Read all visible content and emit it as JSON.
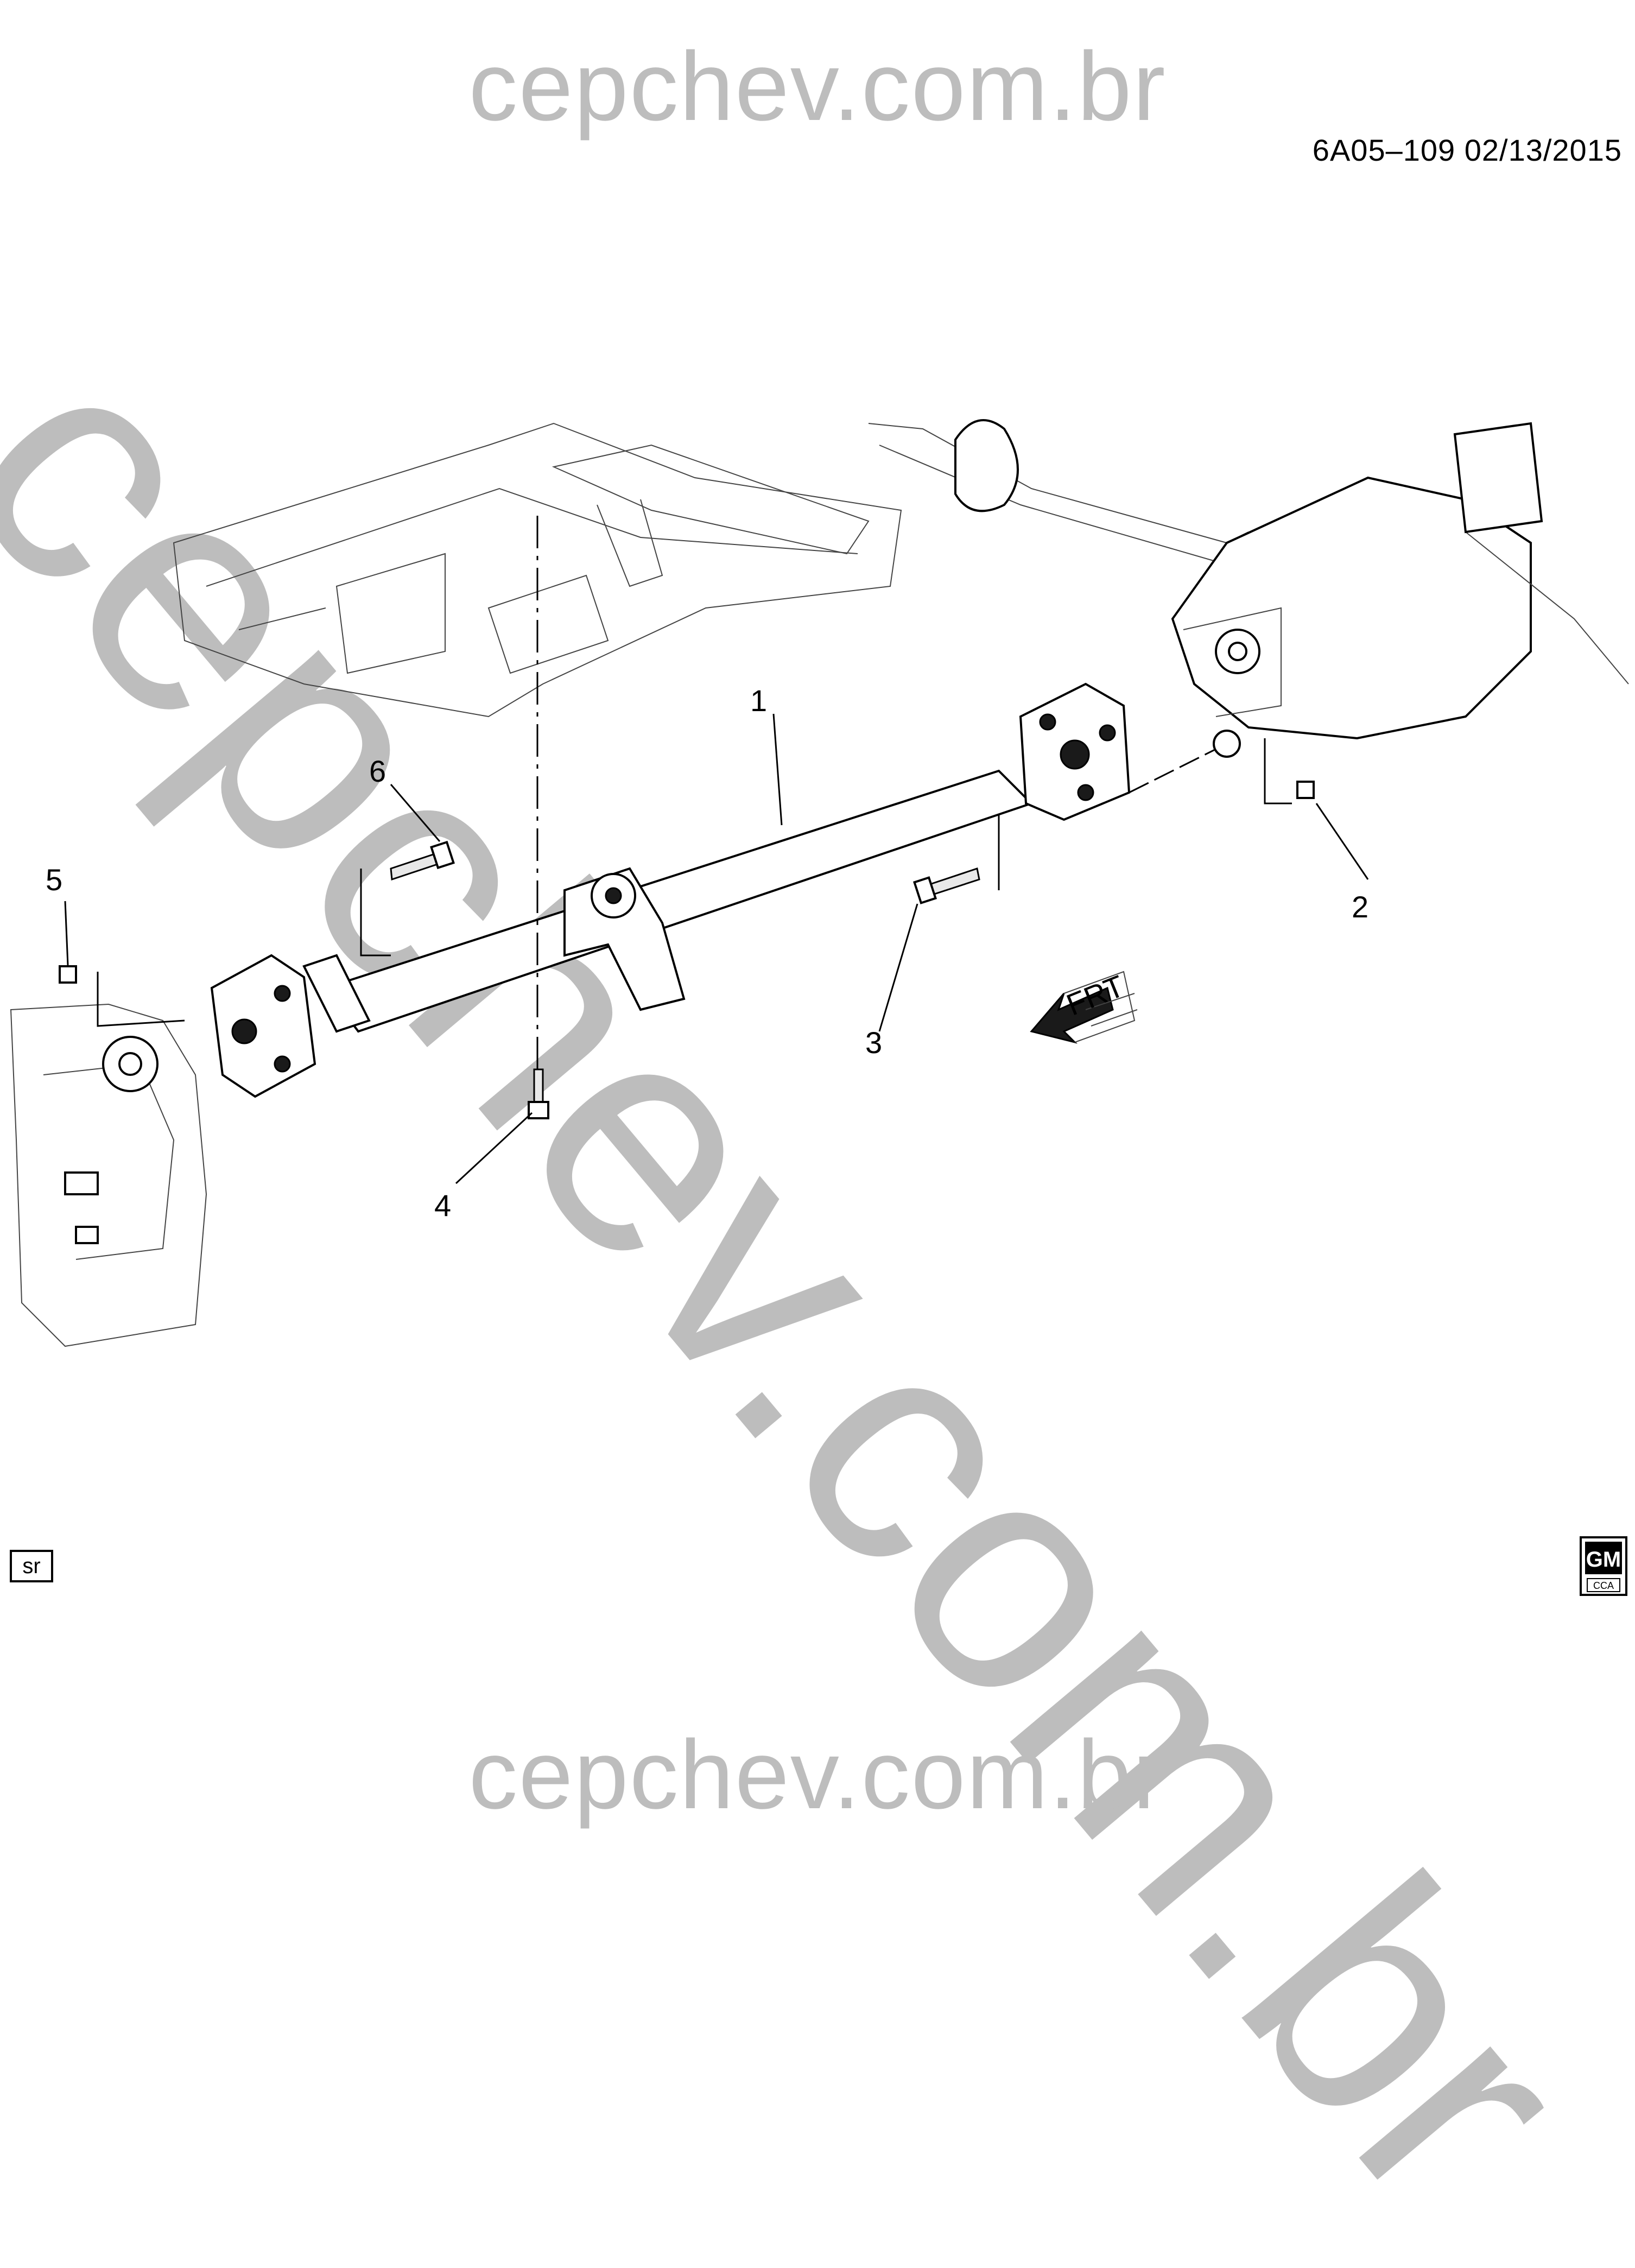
{
  "watermark": {
    "top": "cepchev.com.br",
    "bottom": "cepchev.com.br",
    "diagonal": "cepchev.com.br"
  },
  "document": {
    "code": "6A05–109  02/13/2015"
  },
  "badges": {
    "sr": "sr",
    "gm_top": "GM",
    "gm_bottom": "CCA"
  },
  "direction_marker": {
    "label": "FRT"
  },
  "callouts": [
    "1",
    "2",
    "3",
    "4",
    "5",
    "6"
  ]
}
